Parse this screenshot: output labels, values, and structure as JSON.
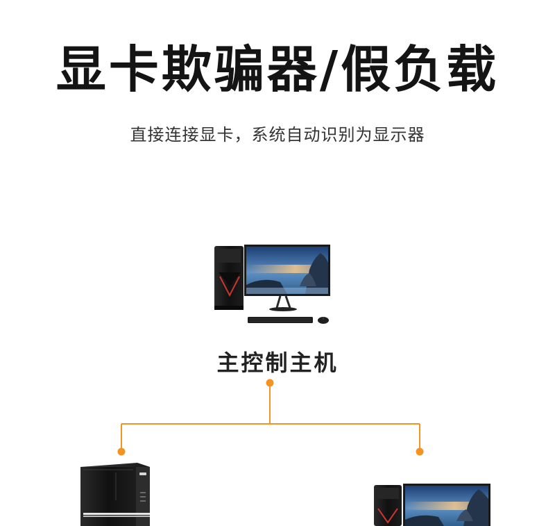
{
  "header": {
    "title": "显卡欺骗器/假负载",
    "subtitle": "直接连接显卡，系统自动识别为显示器"
  },
  "diagram": {
    "root_label": "主控制主机",
    "accent_color": "#f39322",
    "icons": [
      "desktop-with-monitor-icon",
      "pc-tower-icon",
      "desktop-with-monitor-icon"
    ]
  }
}
